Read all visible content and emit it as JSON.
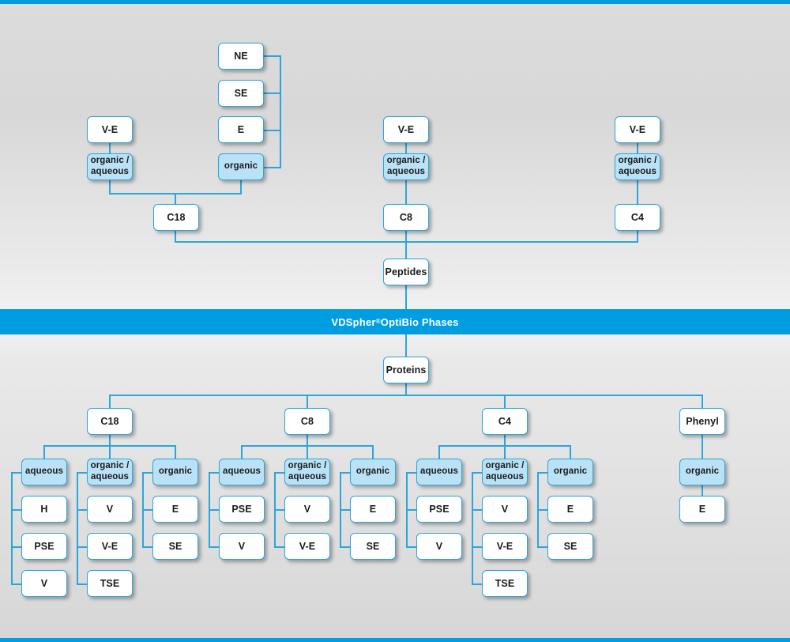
{
  "page": {
    "title": "VDSpher OptiBio Phases selection chart",
    "accent_color": "#009ee0",
    "line_color": "#2ba6dd",
    "fill_color": "#bae2f7",
    "box_color": "#ffffff"
  },
  "banner": {
    "text_before": "VDSpher",
    "superscript": "®",
    "text_after": " OptiBio Phases"
  },
  "peptides": {
    "root_label": "Peptides",
    "columns": [
      {
        "phase": "C18",
        "modes": [
          {
            "label": "organic /\naqueous",
            "variants": [
              "V-E"
            ]
          },
          {
            "label": "organic",
            "variants": [
              "NE",
              "SE",
              "E"
            ]
          }
        ]
      },
      {
        "phase": "C8",
        "modes": [
          {
            "label": "organic /\naqueous",
            "variants": [
              "V-E"
            ]
          }
        ]
      },
      {
        "phase": "C4",
        "modes": [
          {
            "label": "organic /\naqueous",
            "variants": [
              "V-E"
            ]
          }
        ]
      }
    ]
  },
  "proteins": {
    "root_label": "Proteins",
    "columns": [
      {
        "phase": "C18",
        "groups": [
          {
            "label": "aqueous",
            "items": [
              "H",
              "PSE",
              "V"
            ]
          },
          {
            "label": "organic /\naqueous",
            "items": [
              "V",
              "V-E",
              "TSE"
            ]
          },
          {
            "label": "organic",
            "items": [
              "E",
              "SE"
            ]
          }
        ]
      },
      {
        "phase": "C8",
        "groups": [
          {
            "label": "aqueous",
            "items": [
              "PSE",
              "V"
            ]
          },
          {
            "label": "organic /\naqueous",
            "items": [
              "V",
              "V-E"
            ]
          },
          {
            "label": "organic",
            "items": [
              "E",
              "SE"
            ]
          }
        ]
      },
      {
        "phase": "C4",
        "groups": [
          {
            "label": "aqueous",
            "items": [
              "PSE",
              "V"
            ]
          },
          {
            "label": "organic /\naqueous",
            "items": [
              "V",
              "V-E",
              "TSE"
            ]
          },
          {
            "label": "organic",
            "items": [
              "E",
              "SE"
            ]
          }
        ]
      },
      {
        "phase": "Phenyl",
        "groups": [
          {
            "label": "organic",
            "items": [
              "E"
            ]
          }
        ]
      }
    ]
  }
}
